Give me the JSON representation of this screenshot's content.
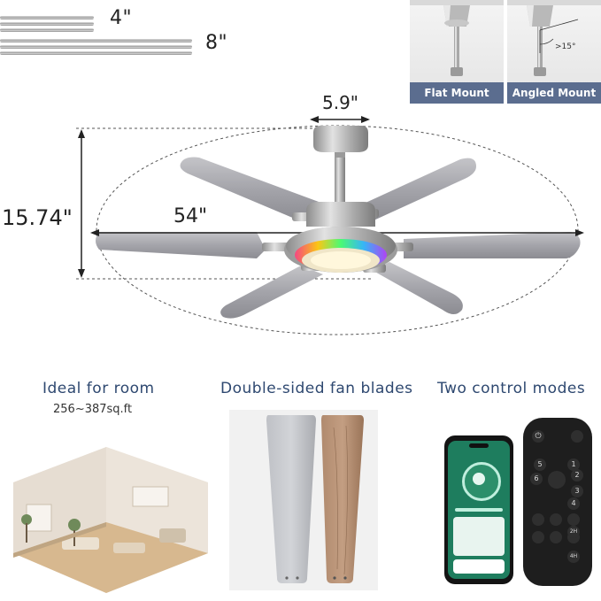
{
  "rod_lengths": {
    "rod_4": "4\"",
    "rod_8": "8\""
  },
  "mount_options": [
    {
      "label": "Flat Mount"
    },
    {
      "label": "Angled Mount",
      "angle_label": ">15°"
    }
  ],
  "fan_dimensions": {
    "canopy_width": "5.9\"",
    "height": "15.74\"",
    "blade_span": "54\""
  },
  "features": {
    "room": {
      "title": "Ideal for room",
      "value": "256~387sq.ft"
    },
    "blades": {
      "title": "Double-sided fan blades"
    },
    "control": {
      "title": "Two control modes"
    }
  },
  "remote_buttons": [
    "1",
    "2",
    "3",
    "4",
    "5",
    "6",
    "2H",
    "4H"
  ],
  "colors": {
    "heading": "#2e4870",
    "mount_label_bg": "#5b6d8f",
    "phone_screen": "#2c8f6b",
    "remote_body": "#1e1e1e"
  }
}
